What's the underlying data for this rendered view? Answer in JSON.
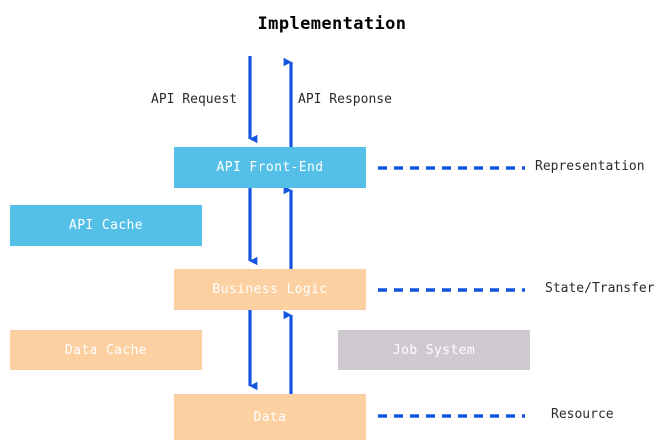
{
  "diagram": {
    "title": "Implementation",
    "background_color": "#ffffff",
    "arrow_color": "#1455e0",
    "text_color": "#2b2b2b",
    "node_text_color": "#ffffff",
    "colors": {
      "representation_layer": "#54c0e8",
      "logic_layer": "#fcd0a0",
      "auxiliary": "#cfcacf"
    },
    "nodes": {
      "api_frontend": {
        "label": "API Front-End",
        "color": "#54c0e8"
      },
      "api_cache": {
        "label": "API Cache",
        "color": "#54c0e8"
      },
      "business_logic": {
        "label": "Business Logic",
        "color": "#fcd0a0"
      },
      "data_cache": {
        "label": "Data Cache",
        "color": "#fcd0a0"
      },
      "job_system": {
        "label": "Job System",
        "color": "#cfcacf"
      },
      "data": {
        "label": "Data",
        "color": "#fcd0a0"
      }
    },
    "edge_labels": {
      "api_request": "API Request",
      "api_response": "API Response"
    },
    "side_labels": {
      "representation": "Representation",
      "state_transfer": "State/Transfer",
      "resource": "Resource"
    }
  }
}
